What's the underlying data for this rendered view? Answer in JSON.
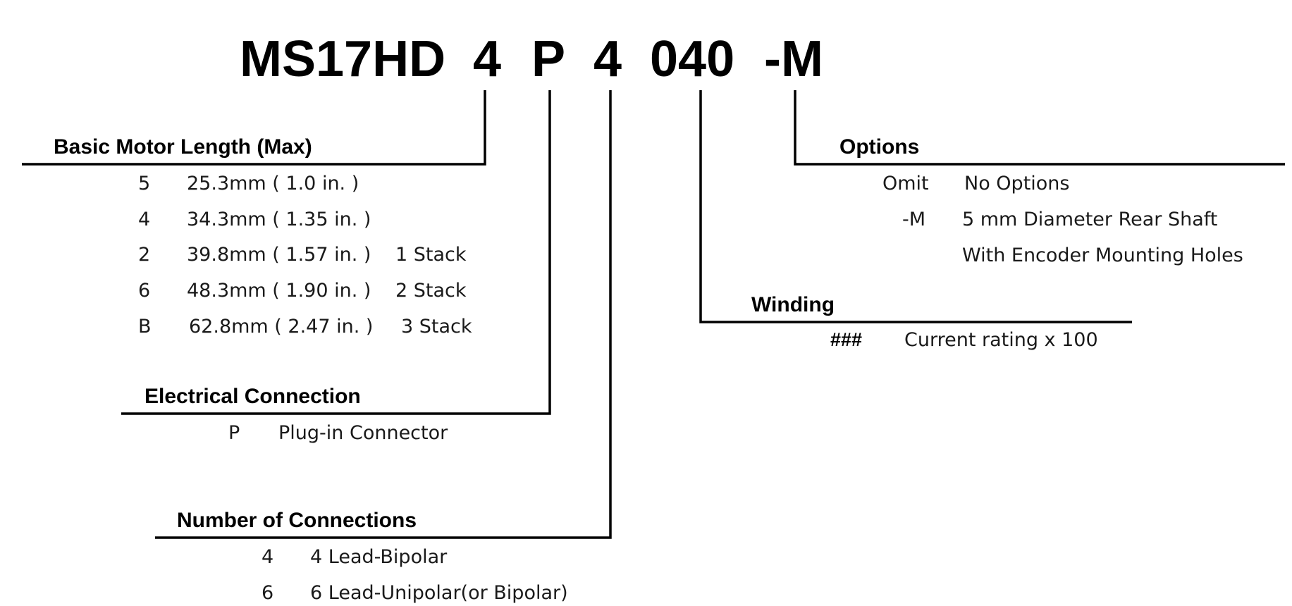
{
  "part_number": {
    "base": "MS17HD",
    "length_code": "4",
    "connection_code": "P",
    "connections_code": "4",
    "winding_code": "040",
    "option_code": "-M"
  },
  "length": {
    "heading": "Basic Motor Length (Max)",
    "rows": [
      {
        "code": "5",
        "size": "25.3mm ( 1.0 in. )",
        "stack": ""
      },
      {
        "code": "4",
        "size": "34.3mm ( 1.35 in. )",
        "stack": ""
      },
      {
        "code": "2",
        "size": "39.8mm ( 1.57 in. )",
        "stack": "1 Stack"
      },
      {
        "code": "6",
        "size": "48.3mm ( 1.90 in. )",
        "stack": "2 Stack"
      },
      {
        "code": "B",
        "size": "62.8mm ( 2.47 in. )",
        "stack": "3 Stack"
      }
    ]
  },
  "electrical": {
    "heading": "Electrical Connection",
    "rows": [
      {
        "code": "P",
        "desc": "Plug-in Connector"
      }
    ]
  },
  "connections": {
    "heading": "Number of Connections",
    "rows": [
      {
        "code": "4",
        "desc": "4 Lead-Bipolar"
      },
      {
        "code": "6",
        "desc": "6 Lead-Unipolar(or Bipolar)"
      }
    ]
  },
  "winding": {
    "heading": "Winding",
    "rows": [
      {
        "code": "###",
        "desc": "Current rating x 100"
      }
    ]
  },
  "options": {
    "heading": "Options",
    "rows": [
      {
        "code": "Omit",
        "desc": "No Options"
      },
      {
        "code": "-M",
        "desc": "5 mm Diameter Rear Shaft"
      },
      {
        "code": "",
        "desc": "With Encoder Mounting Holes"
      }
    ]
  }
}
